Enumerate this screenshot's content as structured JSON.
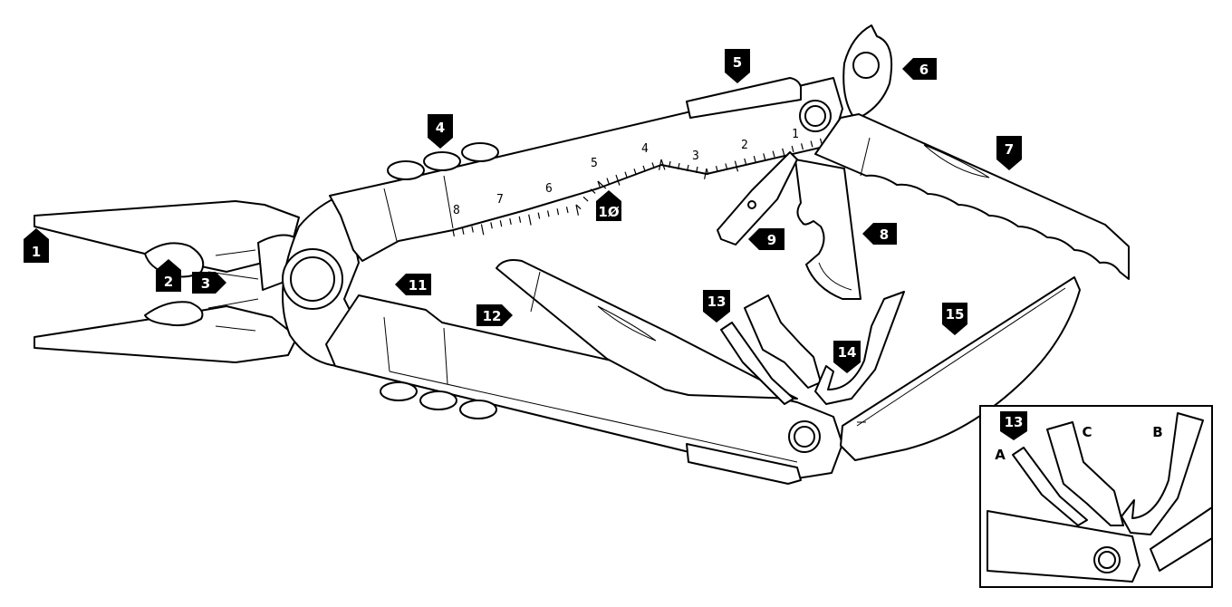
{
  "colors": {
    "ink": "#000000",
    "paper": "#ffffff"
  },
  "callouts": {
    "c1": "1",
    "c2": "2",
    "c3": "3",
    "c4": "4",
    "c5": "5",
    "c6": "6",
    "c7": "7",
    "c8": "8",
    "c9": "9",
    "c10": "1Ø",
    "c11": "11",
    "c12": "12",
    "c13": "13",
    "c14": "14",
    "c15": "15"
  },
  "ruler": {
    "marks": [
      "1",
      "2",
      "3",
      "4",
      "5",
      "6",
      "7",
      "8"
    ]
  },
  "inset": {
    "callout": "13",
    "label_a": "A",
    "label_b": "B",
    "label_c": "C"
  }
}
